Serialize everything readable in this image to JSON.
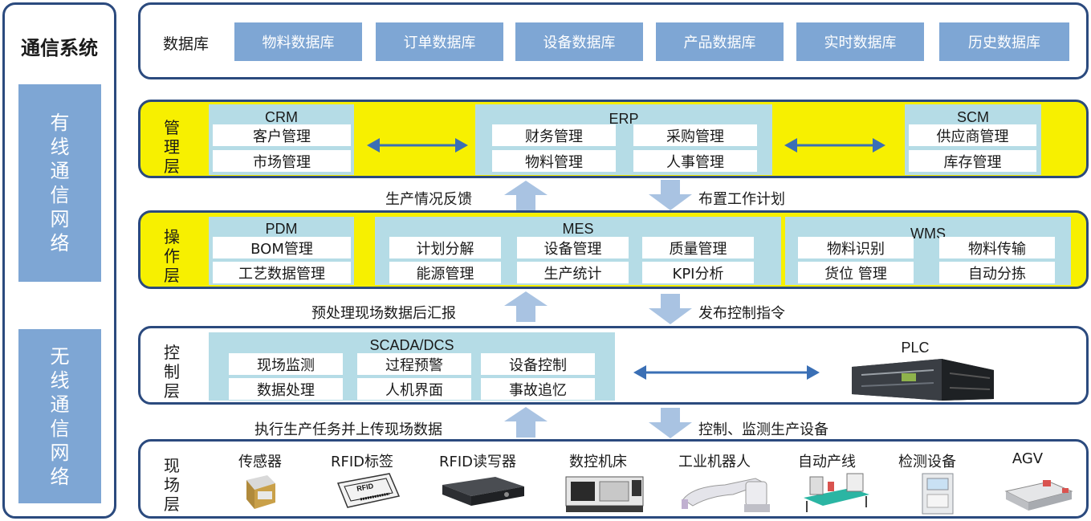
{
  "comm": {
    "title": "通信系统",
    "wired": "有线通信网络",
    "wireless": "无线通信网络"
  },
  "database": {
    "label": "数据库",
    "items": [
      "物料数据库",
      "订单数据库",
      "设备数据库",
      "产品数据库",
      "实时数据库",
      "历史数据库"
    ]
  },
  "management": {
    "layer": "管理层",
    "crm": {
      "title": "CRM",
      "items": [
        "客户管理",
        "市场管理"
      ]
    },
    "erp": {
      "title": "ERP",
      "items": [
        "财务管理",
        "采购管理",
        "物料管理",
        "人事管理"
      ]
    },
    "scm": {
      "title": "SCM",
      "items": [
        "供应商管理",
        "库存管理"
      ]
    }
  },
  "flow1": {
    "up": "生产情况反馈",
    "down": "布置工作计划"
  },
  "operation": {
    "layer": "操作层",
    "pdm": {
      "title": "PDM",
      "items": [
        "BOM管理",
        "工艺数据管理"
      ]
    },
    "mes": {
      "title": "MES",
      "items": [
        "计划分解",
        "设备管理",
        "质量管理",
        "能源管理",
        "生产统计",
        "KPI分析"
      ]
    },
    "wms": {
      "title": "WMS",
      "items": [
        "物料识别",
        "物料传输",
        "货位 管理",
        "自动分拣"
      ]
    }
  },
  "flow2": {
    "up": "预处理现场数据后汇报",
    "down": "发布控制指令"
  },
  "control": {
    "layer": "控制层",
    "scada": {
      "title": "SCADA/DCS",
      "items": [
        "现场监测",
        "过程预警",
        "设备控制",
        "数据处理",
        "人机界面",
        "事故追忆"
      ]
    },
    "plc": "PLC"
  },
  "flow3": {
    "up": "执行生产任务并上传现场数据",
    "down": "控制、监测生产设备"
  },
  "field": {
    "layer": "现场层",
    "devices": [
      "传感器",
      "RFID标签",
      "RFID读写器",
      "数控机床",
      "工业机器人",
      "自动产线",
      "检测设备",
      "AGV"
    ],
    "rfid_tag_text": "RFID"
  },
  "colors": {
    "frame": "#2b4a7e",
    "yellow": "#f7f000",
    "blue_box": "#7ea6d4",
    "light_box": "#b5dce6",
    "arrow_h": "#3a6fb5",
    "arrow_v": "#a9c3e2"
  }
}
